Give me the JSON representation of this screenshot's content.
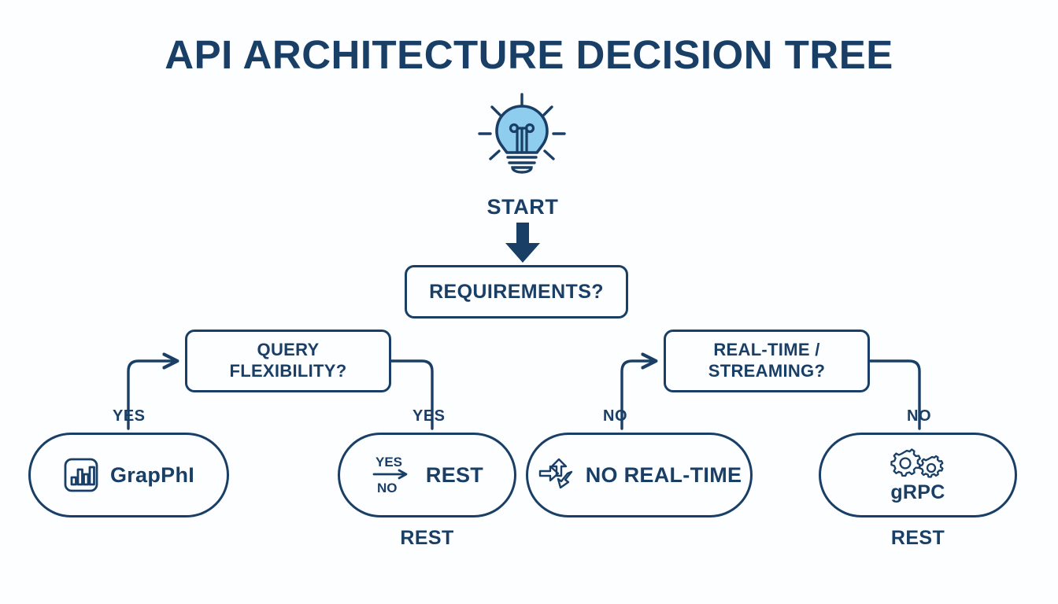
{
  "title": "API ARCHITECTURE DECISION TREE",
  "theme": {
    "background": "#fcfeff",
    "navy": "#1a3f66",
    "bulb_fill": "#8fcdee",
    "node_fill": "#fdfeff"
  },
  "start": {
    "icon": "lightbulb-icon",
    "label": "START",
    "arrow": "down-arrow-icon"
  },
  "decisions": [
    {
      "id": "requirements",
      "label": "REQUIREMENTS?"
    },
    {
      "id": "query-flexibility",
      "line1": "QUERY",
      "line2": "FLEXIBILITY?"
    },
    {
      "id": "real-time-streaming",
      "line1": "REAL-TIME /",
      "line2": "STREAMING?"
    }
  ],
  "edge_labels": {
    "query_in": "YES",
    "query_out": "YES",
    "realtime_in": "NO",
    "realtime_out": "NO"
  },
  "results": [
    {
      "id": "graphql",
      "label": "GrapPhI",
      "icon": "bar-chart-icon",
      "caption": ""
    },
    {
      "id": "rest",
      "label": "REST",
      "icon": "yes-no-arrow-icon",
      "icon_top": "YES",
      "icon_bottom": "NO",
      "caption": "REST"
    },
    {
      "id": "no-real-time",
      "label": "NO REAL-TIME",
      "icon": "shuffle-arrows-icon",
      "caption": ""
    },
    {
      "id": "grpc",
      "label": "gRPC",
      "icon": "gears-icon",
      "caption": "REST"
    }
  ]
}
